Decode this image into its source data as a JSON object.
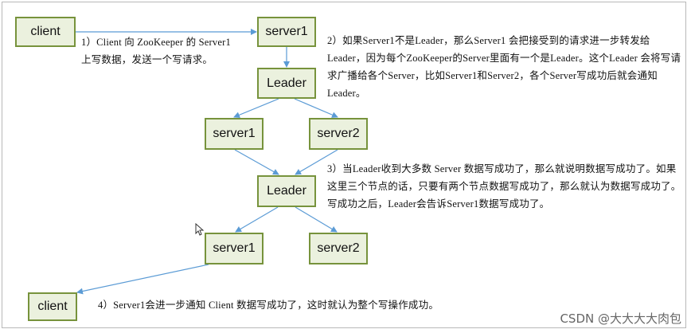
{
  "nodes": {
    "client_top": "client",
    "server1_top": "server1",
    "leader_1": "Leader",
    "server1_mid": "server1",
    "server2_mid": "server2",
    "leader_2": "Leader",
    "server1_bottom": "server1",
    "server2_bottom": "server2",
    "client_bottom": "client"
  },
  "notes": {
    "step1": "1）Client 向 ZooKeeper 的 Server1 上写数据，发送一个写请求。",
    "step2": "2）如果Server1不是Leader，那么Server1 会把接受到的请求进一步转发给Leader，因为每个ZooKeeper的Server里面有一个是Leader。这个Leader 会将写请求广播给各个Server，比如Server1和Server2，各个Server写成功后就会通知Leader。",
    "step3": "3）当Leader收到大多数 Server 数据写成功了，那么就说明数据写成功了。如果这里三个节点的话，只要有两个节点数据写成功了，那么就认为数据写成功了。写成功之后，Leader会告诉Server1数据写成功了。",
    "step4": "4）Server1会进一步通知 Client 数据写成功了，这时就认为整个写操作成功。"
  },
  "watermark": "CSDN @大大大大肉包",
  "colors": {
    "node_fill": "#ebf1de",
    "node_border": "#77933c",
    "arrow": "#5b9bd5"
  }
}
